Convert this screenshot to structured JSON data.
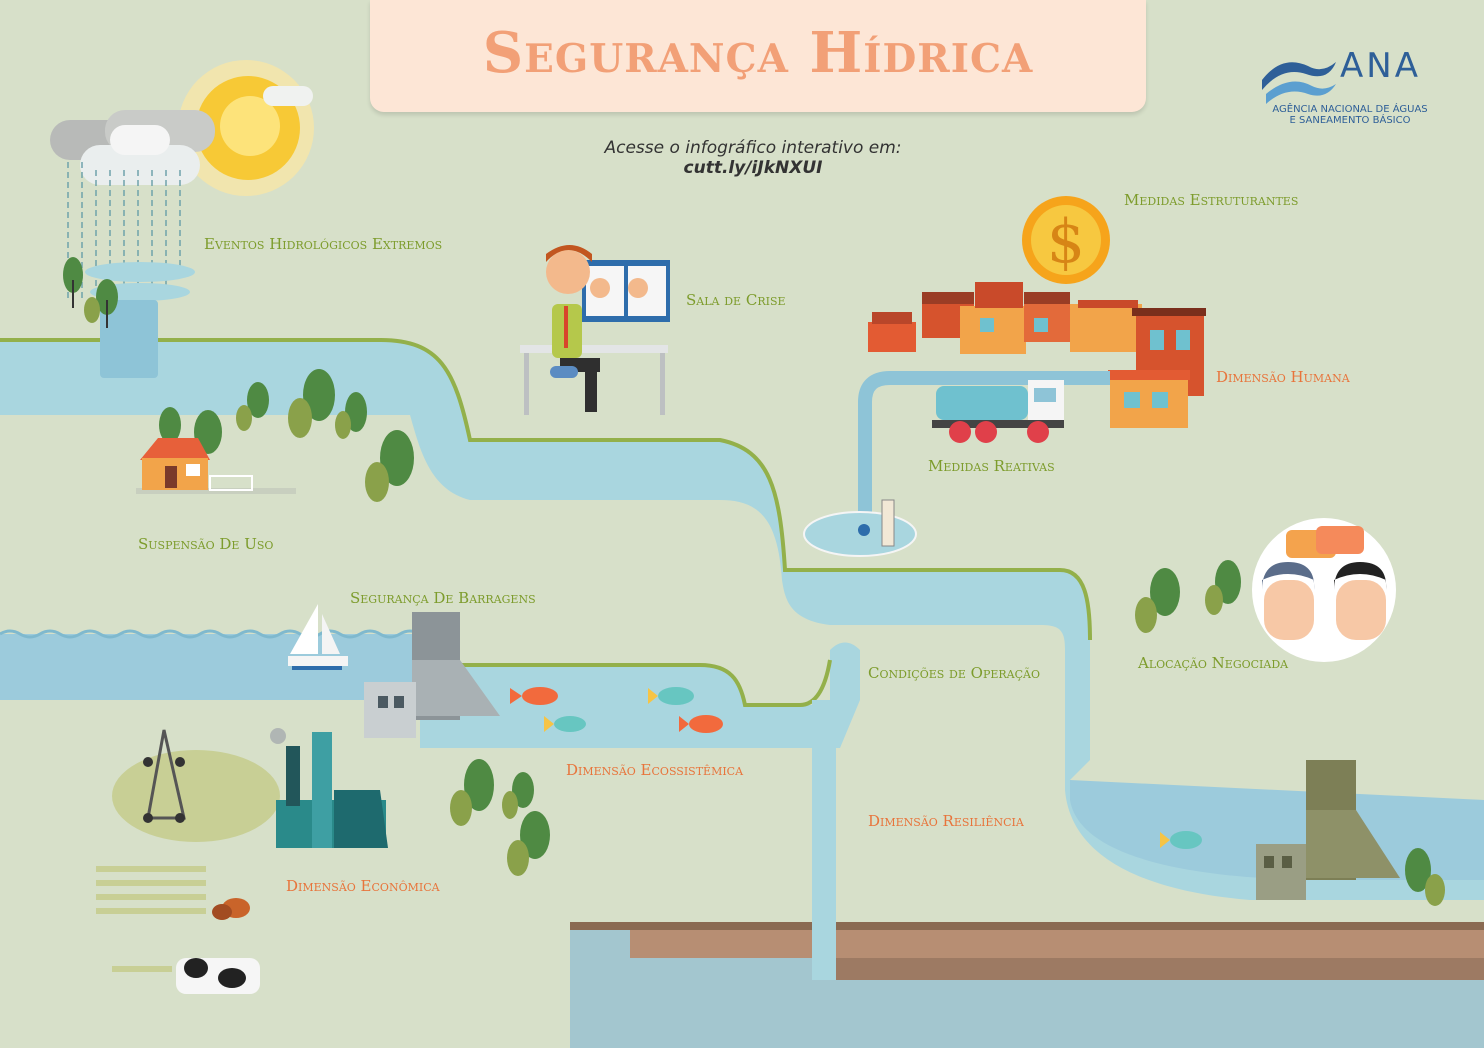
{
  "header": {
    "title": "Segurança Hídrica",
    "subtitle_prefix": "Acesse o infográfico interativo em: ",
    "subtitle_link": "cutt.ly/iJkNXUI"
  },
  "logo": {
    "name": "ANA",
    "line1": "AGÊNCIA NACIONAL DE ÁGUAS",
    "line2": "E SANEAMENTO BÁSICO"
  },
  "labels": {
    "eventos": "Eventos Hidrológicos Extremos",
    "sala": "Sala de Crise",
    "medidas_estruturantes": "Medidas Estruturantes",
    "dimensao_humana": "Dimensão Humana",
    "medidas_reativas": "Medidas Reativas",
    "suspensao": "Suspensão De Uso",
    "barragens": "Segurança De Barragens",
    "condicoes": "Condições de  Operação",
    "alocacao": "Alocação  Negociada",
    "ecossistemica": "Dimensão Ecossistêmica",
    "resiliencia": "Dimensão Resiliência",
    "economica": "Dimensão Econômica"
  },
  "colors": {
    "background": "#d7e0c9",
    "water": "#a9d6df",
    "lake": "#9ccbdc",
    "title": "#f2a077",
    "green_label": "#7d9c2c",
    "orange_label": "#e8743b",
    "brand": "#2e5f98"
  }
}
